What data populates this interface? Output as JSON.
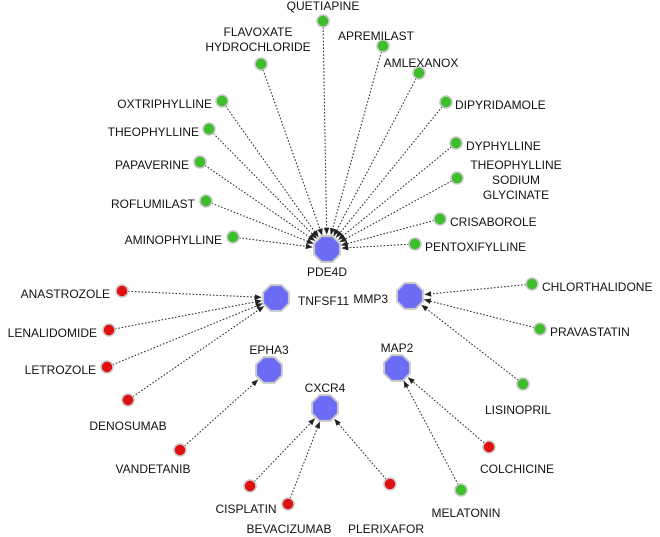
{
  "colors": {
    "target_fill": "#6b6bf5",
    "target_stroke": "#c8c8c8",
    "drug_green": "#3cbf2a",
    "drug_red": "#e01010",
    "drug_stroke": "#c8c8c8",
    "edge": "#222222"
  },
  "targets": [
    {
      "id": "pde4d",
      "label": "PDE4D"
    },
    {
      "id": "tnfsf11",
      "label": "TNFSF11"
    },
    {
      "id": "mmp3",
      "label": "MMP3"
    },
    {
      "id": "epha3",
      "label": "EPHA3"
    },
    {
      "id": "map2",
      "label": "MAP2"
    },
    {
      "id": "cxcr4",
      "label": "CXCR4"
    }
  ],
  "drugs": [
    {
      "id": "quetiapine",
      "lines": [
        "QUETIAPINE"
      ],
      "color": "green",
      "target": "pde4d"
    },
    {
      "id": "flavoxate",
      "lines": [
        "FLAVOXATE",
        "HYDROCHLORIDE"
      ],
      "color": "green",
      "target": "pde4d"
    },
    {
      "id": "apremilast",
      "lines": [
        "APREMILAST"
      ],
      "color": "green",
      "target": "pde4d"
    },
    {
      "id": "amlexanox",
      "lines": [
        "AMLEXANOX"
      ],
      "color": "green",
      "target": "pde4d"
    },
    {
      "id": "oxtriphylline",
      "lines": [
        "OXTRIPHYLLINE"
      ],
      "color": "green",
      "target": "pde4d"
    },
    {
      "id": "dipyridamole",
      "lines": [
        "DIPYRIDAMOLE"
      ],
      "color": "green",
      "target": "pde4d"
    },
    {
      "id": "theophylline",
      "lines": [
        "THEOPHYLLINE"
      ],
      "color": "green",
      "target": "pde4d"
    },
    {
      "id": "dyphylline",
      "lines": [
        "DYPHYLLINE"
      ],
      "color": "green",
      "target": "pde4d"
    },
    {
      "id": "papaverine",
      "lines": [
        "PAPAVERINE"
      ],
      "color": "green",
      "target": "pde4d"
    },
    {
      "id": "theophylline-sodium-glycinate",
      "lines": [
        "THEOPHYLLINE",
        "SODIUM",
        "GLYCINATE"
      ],
      "color": "green",
      "target": "pde4d"
    },
    {
      "id": "roflumilast",
      "lines": [
        "ROFLUMILAST"
      ],
      "color": "green",
      "target": "pde4d"
    },
    {
      "id": "crisaborole",
      "lines": [
        "CRISABOROLE"
      ],
      "color": "green",
      "target": "pde4d"
    },
    {
      "id": "aminophylline",
      "lines": [
        "AMINOPHYLLINE"
      ],
      "color": "green",
      "target": "pde4d"
    },
    {
      "id": "pentoxifylline",
      "lines": [
        "PENTOXIFYLLINE"
      ],
      "color": "green",
      "target": "pde4d"
    },
    {
      "id": "anastrozole",
      "lines": [
        "ANASTROZOLE"
      ],
      "color": "red",
      "target": "tnfsf11"
    },
    {
      "id": "lenalidomide",
      "lines": [
        "LENALIDOMIDE"
      ],
      "color": "red",
      "target": "tnfsf11"
    },
    {
      "id": "letrozole",
      "lines": [
        "LETROZOLE"
      ],
      "color": "red",
      "target": "tnfsf11"
    },
    {
      "id": "denosumab",
      "lines": [
        "DENOSUMAB"
      ],
      "color": "red",
      "target": "tnfsf11"
    },
    {
      "id": "chlorthalidone",
      "lines": [
        "CHLORTHALIDONE"
      ],
      "color": "green",
      "target": "mmp3"
    },
    {
      "id": "pravastatin",
      "lines": [
        "PRAVASTATIN"
      ],
      "color": "green",
      "target": "mmp3"
    },
    {
      "id": "lisinopril",
      "lines": [
        "LISINOPRIL"
      ],
      "color": "green",
      "target": "mmp3"
    },
    {
      "id": "vandetanib",
      "lines": [
        "VANDETANIB"
      ],
      "color": "red",
      "target": "epha3"
    },
    {
      "id": "colchicine",
      "lines": [
        "COLCHICINE"
      ],
      "color": "red",
      "target": "map2"
    },
    {
      "id": "melatonin",
      "lines": [
        "MELATONIN"
      ],
      "color": "green",
      "target": "map2"
    },
    {
      "id": "cisplatin",
      "lines": [
        "CISPLATIN"
      ],
      "color": "red",
      "target": "cxcr4"
    },
    {
      "id": "bevacizumab",
      "lines": [
        "BEVACIZUMAB"
      ],
      "color": "red",
      "target": "cxcr4"
    },
    {
      "id": "plerixafor",
      "lines": [
        "PLERIXAFOR"
      ],
      "color": "red",
      "target": "cxcr4"
    }
  ]
}
